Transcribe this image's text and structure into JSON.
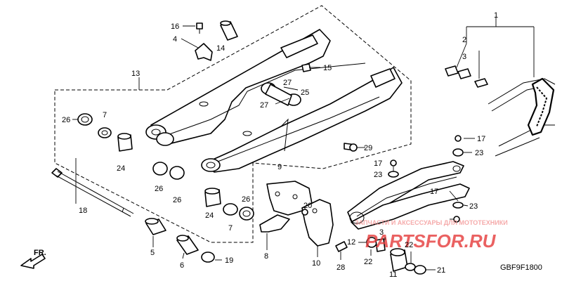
{
  "diagram": {
    "code": "GBF9F1800",
    "direction_label": "FR.",
    "watermark": {
      "brand": "PARTSFOR.RU",
      "tagline": "ЗАПЧАСТИ И АКСЕССУАРЫ ДЛЯ МОТОТЕХНИКИ"
    },
    "callouts": [
      {
        "id": "c16",
        "text": "16"
      },
      {
        "id": "c14",
        "text": "14"
      },
      {
        "id": "c4",
        "text": "4"
      },
      {
        "id": "c13",
        "text": "13"
      },
      {
        "id": "c15",
        "text": "15"
      },
      {
        "id": "c27a",
        "text": "27"
      },
      {
        "id": "c25",
        "text": "25"
      },
      {
        "id": "c27b",
        "text": "27"
      },
      {
        "id": "c26a",
        "text": "26"
      },
      {
        "id": "c7a",
        "text": "7"
      },
      {
        "id": "c24a",
        "text": "24"
      },
      {
        "id": "c26b",
        "text": "26"
      },
      {
        "id": "c26c",
        "text": "26"
      },
      {
        "id": "c9",
        "text": "9"
      },
      {
        "id": "c18",
        "text": "18"
      },
      {
        "id": "c24b",
        "text": "24"
      },
      {
        "id": "c26d",
        "text": "26"
      },
      {
        "id": "c7b",
        "text": "7"
      },
      {
        "id": "c5",
        "text": "5"
      },
      {
        "id": "c6",
        "text": "6"
      },
      {
        "id": "c19",
        "text": "19"
      },
      {
        "id": "c8",
        "text": "8"
      },
      {
        "id": "c20",
        "text": "20"
      },
      {
        "id": "c10",
        "text": "10"
      },
      {
        "id": "c28",
        "text": "28"
      },
      {
        "id": "c29",
        "text": "29"
      },
      {
        "id": "c1",
        "text": "1"
      },
      {
        "id": "c2",
        "text": "2"
      },
      {
        "id": "c3a",
        "text": "3"
      },
      {
        "id": "c17a",
        "text": "17"
      },
      {
        "id": "c23a",
        "text": "23"
      },
      {
        "id": "c17b",
        "text": "17"
      },
      {
        "id": "c23b",
        "text": "23"
      },
      {
        "id": "c17c",
        "text": "17"
      },
      {
        "id": "c23c",
        "text": "23"
      },
      {
        "id": "c12",
        "text": "12"
      },
      {
        "id": "c3b",
        "text": "3"
      },
      {
        "id": "c22a",
        "text": "22"
      },
      {
        "id": "c22b",
        "text": "22"
      },
      {
        "id": "c11",
        "text": "11"
      },
      {
        "id": "c21",
        "text": "21"
      }
    ]
  }
}
